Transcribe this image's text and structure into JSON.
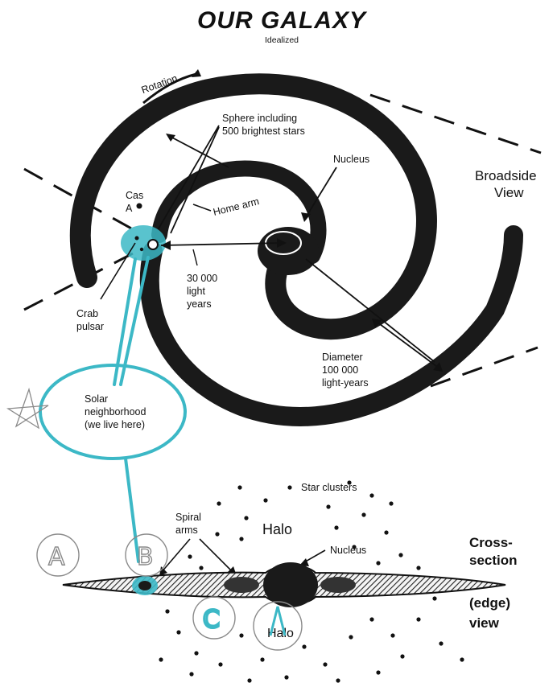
{
  "diagram": {
    "title": "OUR GALAXY",
    "subtitle": "Idealized",
    "labels": {
      "rotation": "Rotation",
      "sphere_line1": "Sphere including",
      "sphere_line2": "500 brightest stars",
      "nucleus_top": "Nucleus",
      "broadside_line1": "Broadside",
      "broadside_line2": "View",
      "cas_line1": "Cas",
      "cas_line2": "A",
      "home_arm": "Home arm",
      "distance_line1": "30 000",
      "distance_line2": "light",
      "distance_line3": "years",
      "crab_line1": "Crab",
      "crab_line2": "pulsar",
      "diameter_line1": "Diameter",
      "diameter_line2": "100 000",
      "diameter_line3": "light-years",
      "solar_line1": "Solar",
      "solar_line2": "neighborhood",
      "solar_line3": "(we live here)",
      "star_clusters": "Star clusters",
      "spiral_line1": "Spiral",
      "spiral_line2": "arms",
      "halo_top": "Halo",
      "nucleus_bottom": "Nucleus",
      "cross_line1": "Cross-",
      "cross_line2": "section",
      "cross_line3": "(edge)",
      "cross_line4": "view",
      "halo_bottom": "Halo"
    },
    "handwritten": {
      "letter_a": "A",
      "letter_b": "B",
      "letter_c": "C"
    },
    "colors": {
      "ink": "#1a1a1a",
      "annotation": "#3cb8c6",
      "pencil": "#8a8a8a"
    }
  }
}
